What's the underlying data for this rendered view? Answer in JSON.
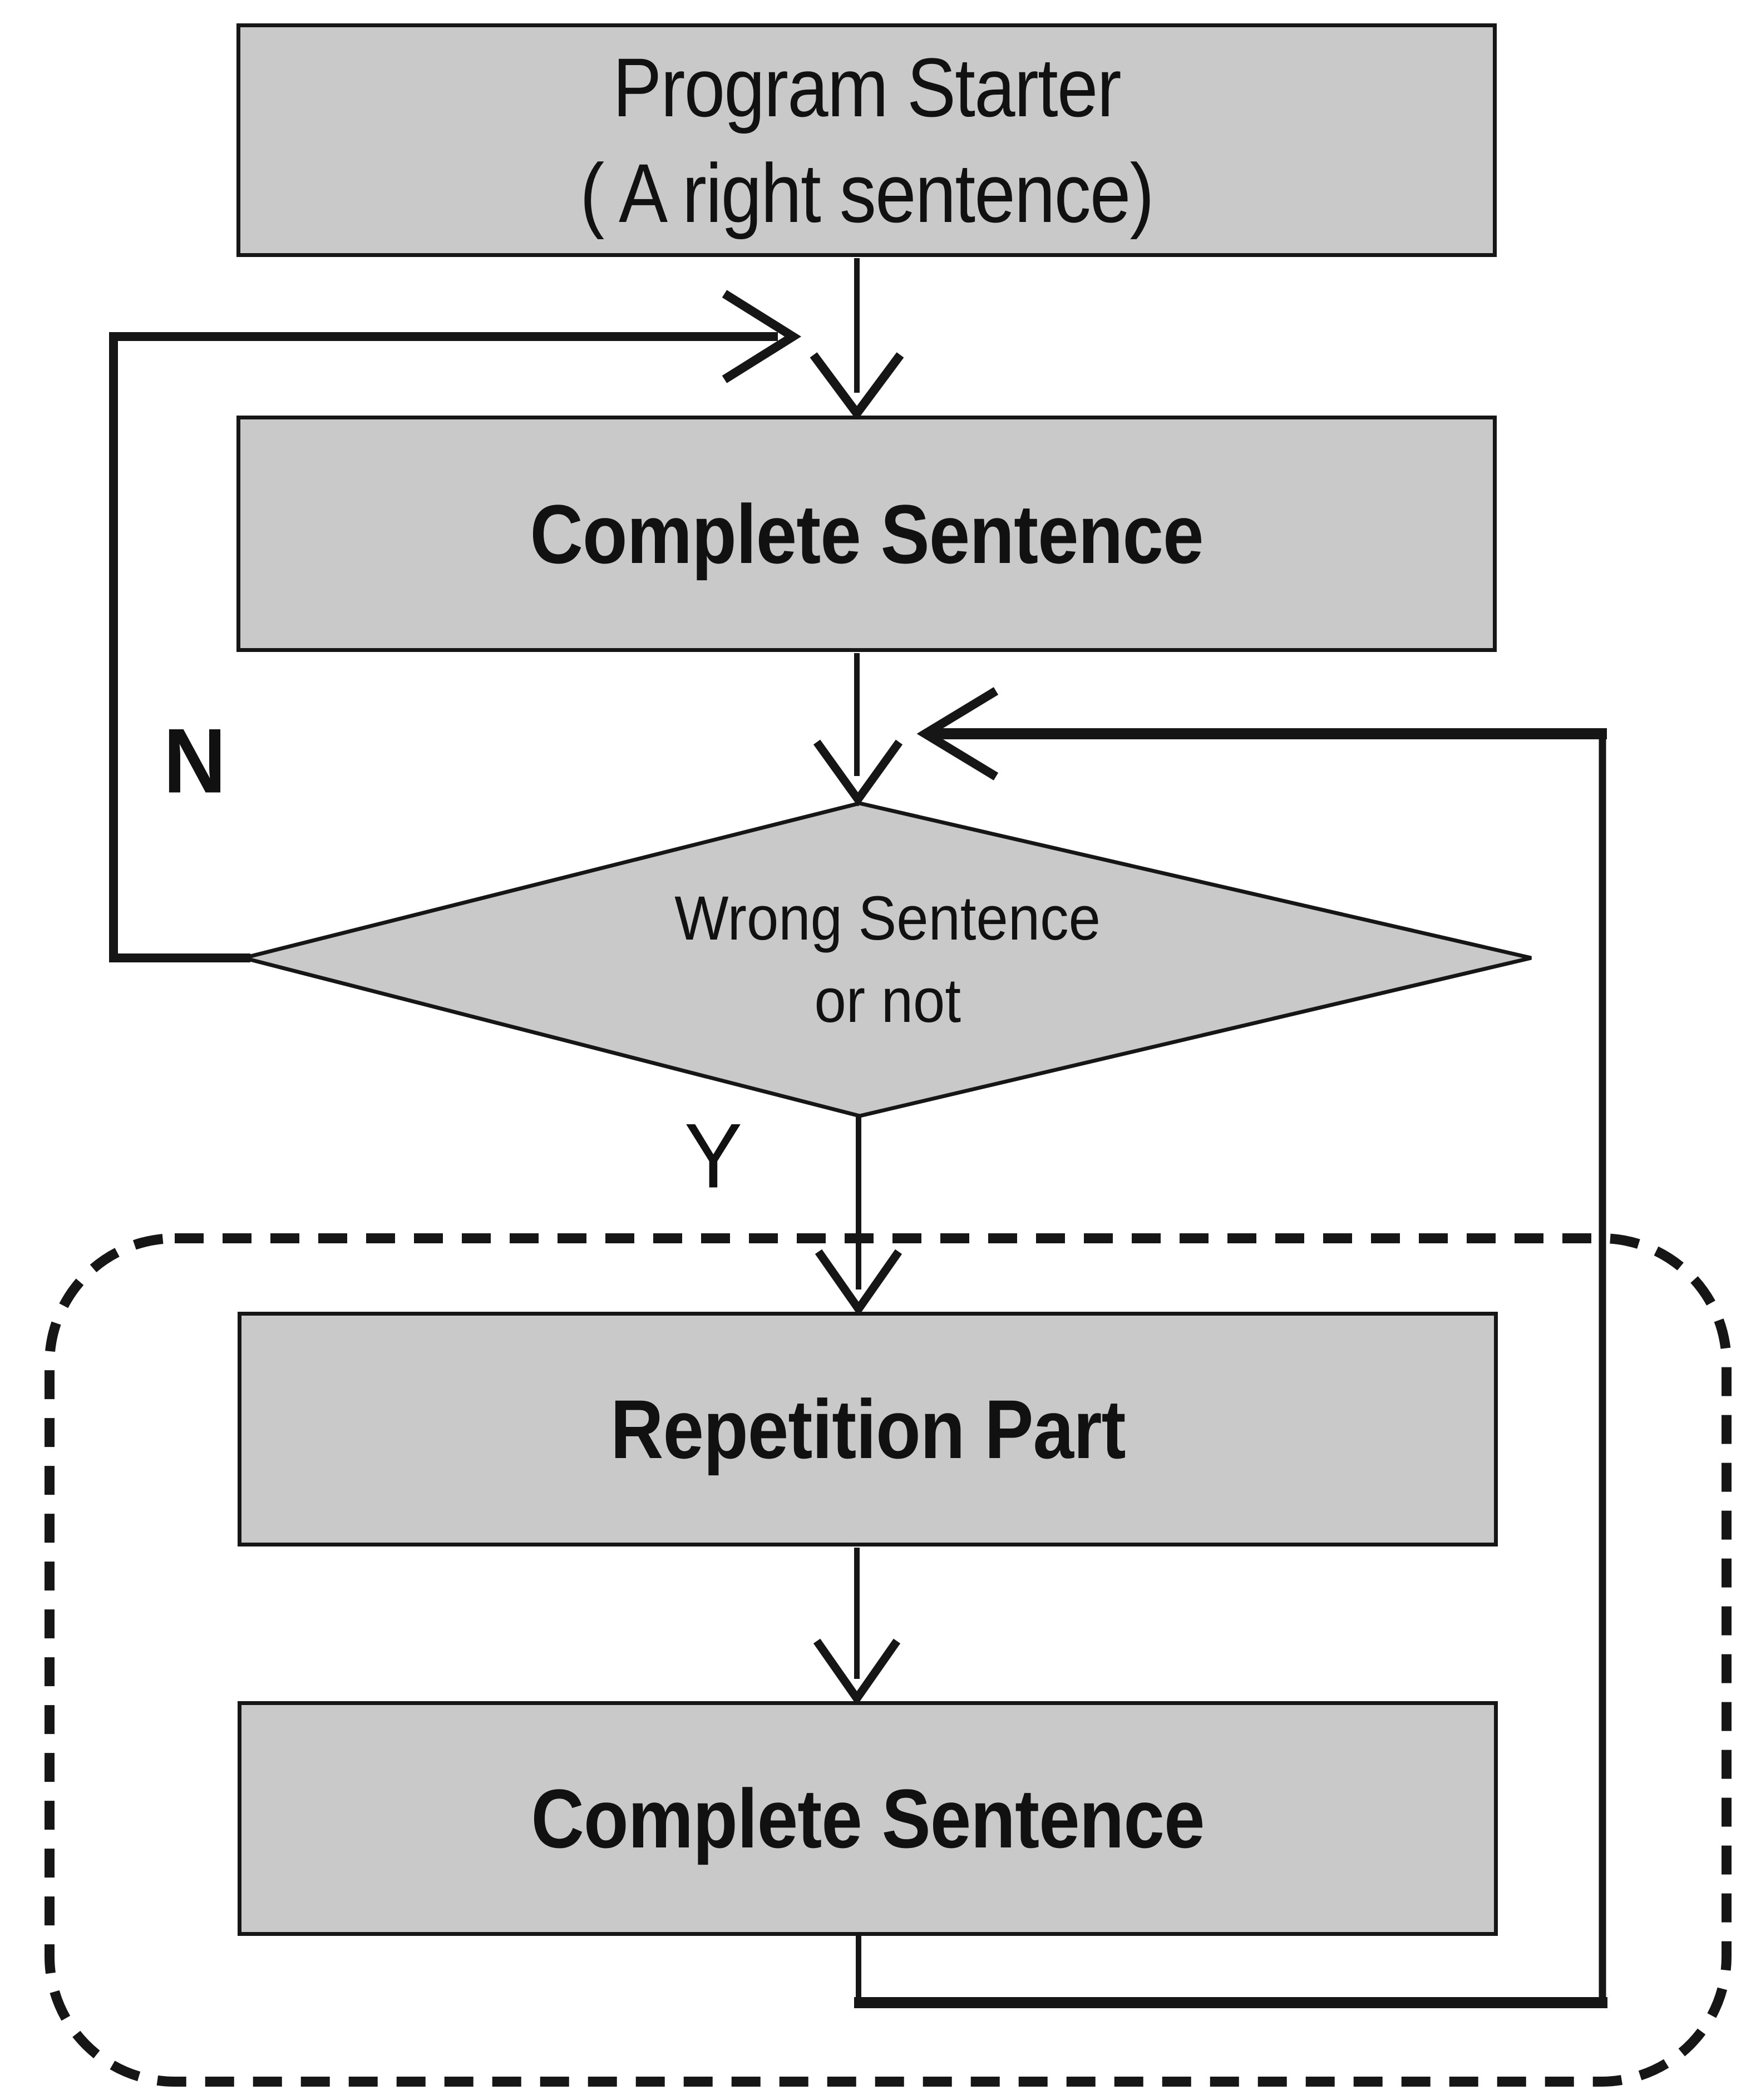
{
  "diagram": {
    "nodes": {
      "program_starter": {
        "line1": "Program Starter",
        "line2": "( A right sentence)"
      },
      "complete_sentence_top": {
        "label": "Complete Sentence"
      },
      "decision": {
        "line1": "Wrong Sentence",
        "line2": "or not"
      },
      "repetition_part": {
        "label": "Repetition Part"
      },
      "complete_sentence_bottom": {
        "label": "Complete Sentence"
      }
    },
    "edge_labels": {
      "no": "N",
      "yes": "Y"
    },
    "colors": {
      "node_fill": "#c9c9c9",
      "stroke": "#161616",
      "background": "#ffffff"
    }
  }
}
